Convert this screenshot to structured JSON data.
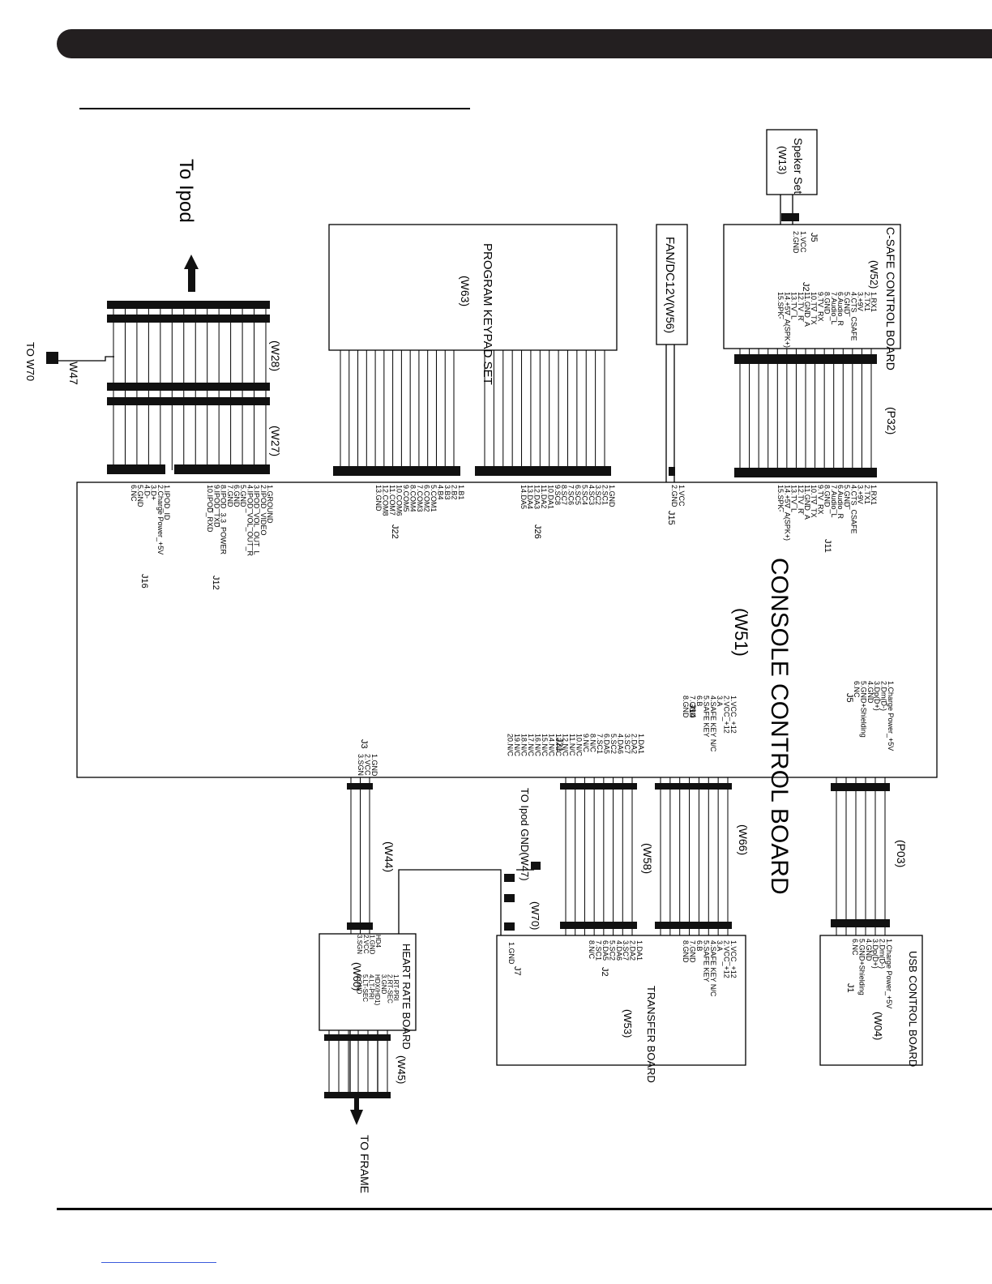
{
  "labels": {
    "to_ipod": "To Ipod",
    "to_w70": "TO W70",
    "w47": "W47",
    "w28": "(W28)",
    "w27": "(W27)",
    "keypad_title": "PROGRAM KEYPAD SET",
    "keypad_id": "(W63)",
    "fan_title": "FAN/DC12V",
    "fan_id": "(W56)",
    "speaker_title": "Speker Set",
    "speaker_id": "(W13)",
    "csafe_title": "C-SAFE CONTROL BOARD",
    "csafe_id": "(W52)",
    "p32": "(P32)",
    "console_title": "CONSOLE CONTROL BOARD",
    "console_id": "(W51)",
    "w44": "(W44)",
    "w58": "(W58)",
    "w66": "(W66)",
    "p03": "(P03)",
    "w70": "(W70)",
    "to_ipod_gnd": "TO Ipod GND(W47)",
    "hr_title": "HEART RATE BOARD",
    "hr_id": "(W60)",
    "w45": "(W45)",
    "to_frame": "TO FRAME",
    "transfer_title": "TRANSFER BOARD",
    "transfer_id": "(W53)",
    "usb_title": "USB CONTROL BOARD",
    "usb_id": "(W04)"
  },
  "connectors": {
    "j5_speaker": "J5",
    "j2_csafe": "J2",
    "j11": "J11",
    "j15": "J15",
    "j26": "J26",
    "j22": "J22",
    "j12": "J12",
    "j16": "J16",
    "j5_console": "J5",
    "j14": "J14",
    "j21": "J21",
    "j3": "J3",
    "j7": "J7",
    "j2_transfer": "J2",
    "j1_usb": "J1"
  },
  "pins": {
    "speaker_j5": [
      "1.VCC",
      "2.GND"
    ],
    "csafe_j2": [
      "1.RX1",
      "2.TX1",
      "3.+9V",
      "4.CTS_CSAFE",
      "5.GND",
      "6.Audio_R",
      "7.Audio_L",
      "8.GND",
      "9.TV_RX",
      "10.TV_TX",
      "11.GND_A",
      "12.TV_R",
      "13.TV_L",
      "14.+5V_A(SPK+)",
      "15.SPK-"
    ],
    "console_j11": [
      "1.RX1",
      "2.TX1",
      "3.+9V",
      "4.CTS_CSAFE",
      "5.GND",
      "6.Audio_R",
      "7.Audio_L",
      "8.GND",
      "9.TV_RX",
      "10.TV_TX",
      "11.GND_A",
      "12.TV_R",
      "13.TV_L",
      "14.+5V_A(SPK+)",
      "15.SPK-"
    ],
    "console_j15": [
      "1.VCC",
      "2.GND"
    ],
    "console_j26": [
      "1.GND",
      "2.SC1",
      "3.SC2",
      "4.SC3",
      "5.SC4",
      "6.SC5",
      "7.SC6",
      "8.SC7",
      "9.SC8",
      "10.DA1",
      "11.DA2",
      "12.DA3",
      "13.DA4",
      "14.DA5"
    ],
    "console_j22": [
      "1.B1",
      "2.B2",
      "3.B3",
      "4.B4",
      "5.COM1",
      "6.COM2",
      "7.COM3",
      "8.COM4",
      "9.COM5",
      "10.COM6",
      "11.COM7",
      "12.COM8",
      "13.GND"
    ],
    "console_j12": [
      "1.GROUND",
      "2.IPOD_VIDEO",
      "3.IPOD_VOL_OUT_L",
      "4.IPOD_VOL_OUT_R",
      "5.GND",
      "6.GND",
      "7.GND",
      "8.IPOD_3.3_POWER",
      "9.IPOD_TXD",
      "10.IPOD_RXD"
    ],
    "console_j16": [
      "1.IPOD_ID",
      "2.Charge Power_+5V",
      "3.D+",
      "4.D-",
      "5.GND",
      "6.NC"
    ],
    "console_j5": [
      "1.Charge Power_+5V",
      "2.Dm(D-)",
      "3.Dp(D+)",
      "4.GND",
      "5.GND+Shielding",
      "6.NC"
    ],
    "console_j14": [
      "1.VCC_+12",
      "2.VCC_+12",
      "3.A",
      "4.SAFE KEY N/C",
      "5.SAFE KEY",
      "6.B",
      "7.GND",
      "8.GND"
    ],
    "console_j21": [
      "1.DA1",
      "2.DA2",
      "3.SC7",
      "4.DA6",
      "5.SC2",
      "6.DA5",
      "7.SC1",
      "8.N/C",
      "9.N/C",
      "10.N/C",
      "11.N/C",
      "12.N/C",
      "13.N/C",
      "14.N/C",
      "15.N/C",
      "16.N/C",
      "17.N/C",
      "18.N/C",
      "19.N/C",
      "20.N/C"
    ],
    "console_j3": [
      "1.GND",
      "2.VCC",
      "3.SGN"
    ],
    "hr_hd4": [
      "HD4",
      "1.GND",
      "2.VCC",
      "3.SGN"
    ],
    "hr_out": [
      "1.RT-PRI",
      "2.RT-SEC",
      "3.GND",
      "HDX(HD1)",
      "4.LT-PRI",
      "5.LT-SEC",
      "6.GND"
    ],
    "transfer_j7": [
      "1.GND"
    ],
    "transfer_j2": [
      "1.DA1",
      "2.DA2",
      "3.SC7",
      "4.DA6",
      "5.SC2",
      "6.DA5",
      "7.SC1",
      "8.N/C"
    ],
    "transfer_j14": [
      "1.VCC_+12",
      "2.VCC_+12",
      "3.A",
      "4.SAFE KEY N/C",
      "5.SAFE KEY",
      "6.B",
      "7.GND",
      "8.GND"
    ],
    "usb_j1": [
      "1.Charge Power_+5V",
      "2.Dm(D-)",
      "3.Dp(D+)",
      "4.GND",
      "5.GND+Shielding",
      "6.NC"
    ]
  }
}
